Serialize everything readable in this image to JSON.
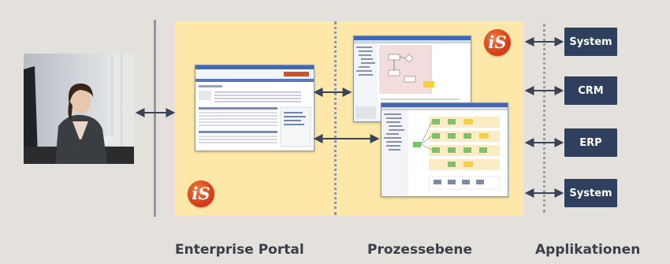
{
  "labels": {
    "portal": "Enterprise Portal",
    "process": "Prozessebene",
    "apps": "Applikationen"
  },
  "systems": [
    {
      "label": "System"
    },
    {
      "label": "CRM"
    },
    {
      "label": "ERP"
    },
    {
      "label": "System"
    }
  ],
  "logo": {
    "text": "iS"
  },
  "colors": {
    "panel": "#fde8a9",
    "system_box": "#2f3f5e",
    "logo": "#d9421a",
    "background": "#e4e1dc"
  }
}
